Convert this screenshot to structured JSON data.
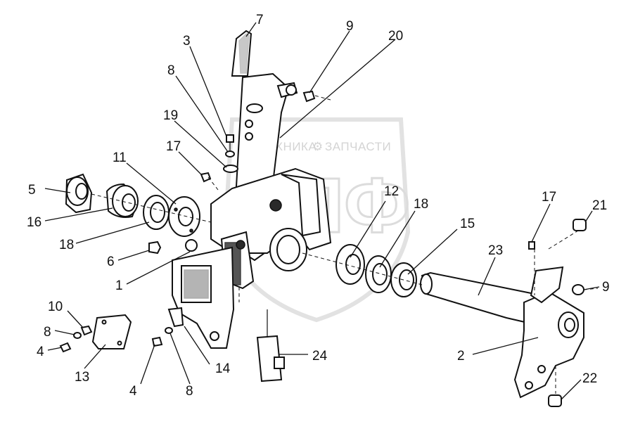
{
  "watermark": {
    "line1": "ТЕХНИКА",
    "line2": "ЗАПЧАСТИ",
    "logo": "ЭЛФ"
  },
  "callouts": [
    {
      "id": "c7",
      "text": "7"
    },
    {
      "id": "c3",
      "text": "3"
    },
    {
      "id": "c9a",
      "text": "9"
    },
    {
      "id": "c20",
      "text": "20"
    },
    {
      "id": "c8a",
      "text": "8"
    },
    {
      "id": "c19",
      "text": "19"
    },
    {
      "id": "c17a",
      "text": "17"
    },
    {
      "id": "c11",
      "text": "11"
    },
    {
      "id": "c5",
      "text": "5"
    },
    {
      "id": "c16",
      "text": "16"
    },
    {
      "id": "c18a",
      "text": "18"
    },
    {
      "id": "c6",
      "text": "6"
    },
    {
      "id": "c1",
      "text": "1"
    },
    {
      "id": "c12",
      "text": "12"
    },
    {
      "id": "c18b",
      "text": "18"
    },
    {
      "id": "c15",
      "text": "15"
    },
    {
      "id": "c17b",
      "text": "17"
    },
    {
      "id": "c21",
      "text": "21"
    },
    {
      "id": "c23",
      "text": "23"
    },
    {
      "id": "c9b",
      "text": "9"
    },
    {
      "id": "c10",
      "text": "10"
    },
    {
      "id": "c8b",
      "text": "8"
    },
    {
      "id": "c4a",
      "text": "4"
    },
    {
      "id": "c13",
      "text": "13"
    },
    {
      "id": "c4b",
      "text": "4"
    },
    {
      "id": "c8c",
      "text": "8"
    },
    {
      "id": "c14",
      "text": "14"
    },
    {
      "id": "c24",
      "text": "24"
    },
    {
      "id": "c2",
      "text": "2"
    },
    {
      "id": "c22",
      "text": "22"
    }
  ]
}
